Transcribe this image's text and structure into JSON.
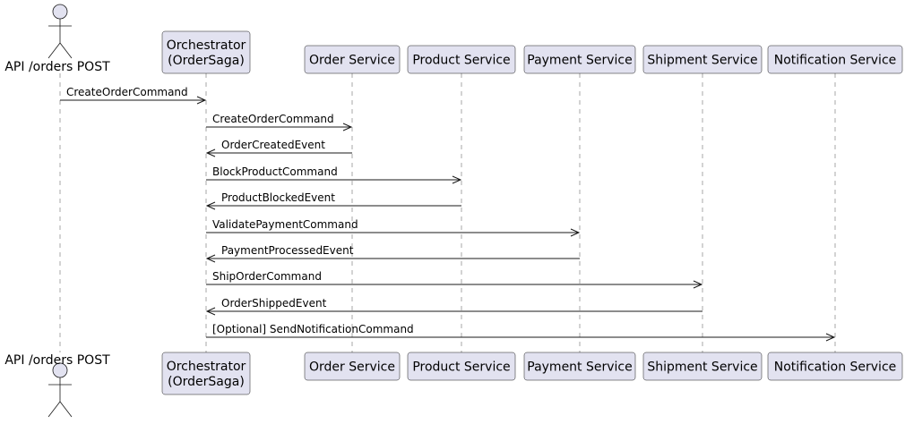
{
  "participants": [
    {
      "id": "api",
      "kind": "actor",
      "lines": [
        "API /orders POST"
      ]
    },
    {
      "id": "orch",
      "kind": "box",
      "lines": [
        "Orchestrator",
        "(OrderSaga)"
      ]
    },
    {
      "id": "order",
      "kind": "box",
      "lines": [
        "Order Service"
      ]
    },
    {
      "id": "product",
      "kind": "box",
      "lines": [
        "Product Service"
      ]
    },
    {
      "id": "payment",
      "kind": "box",
      "lines": [
        "Payment Service"
      ]
    },
    {
      "id": "shipment",
      "kind": "box",
      "lines": [
        "Shipment Service"
      ]
    },
    {
      "id": "notification",
      "kind": "box",
      "lines": [
        "Notification Service"
      ]
    }
  ],
  "messages": [
    {
      "from": "api",
      "to": "orch",
      "label": "CreateOrderCommand"
    },
    {
      "from": "orch",
      "to": "order",
      "label": "CreateOrderCommand"
    },
    {
      "from": "order",
      "to": "orch",
      "label": "OrderCreatedEvent"
    },
    {
      "from": "orch",
      "to": "product",
      "label": "BlockProductCommand"
    },
    {
      "from": "product",
      "to": "orch",
      "label": "ProductBlockedEvent"
    },
    {
      "from": "orch",
      "to": "payment",
      "label": "ValidatePaymentCommand"
    },
    {
      "from": "payment",
      "to": "orch",
      "label": "PaymentProcessedEvent"
    },
    {
      "from": "orch",
      "to": "shipment",
      "label": "ShipOrderCommand"
    },
    {
      "from": "shipment",
      "to": "orch",
      "label": "OrderShippedEvent"
    },
    {
      "from": "orch",
      "to": "notification",
      "label": "[Optional] SendNotificationCommand"
    }
  ],
  "colors": {
    "participant_fill": "#e2e2f0",
    "border": "#181818",
    "lifeline": "#a7a7a7"
  }
}
